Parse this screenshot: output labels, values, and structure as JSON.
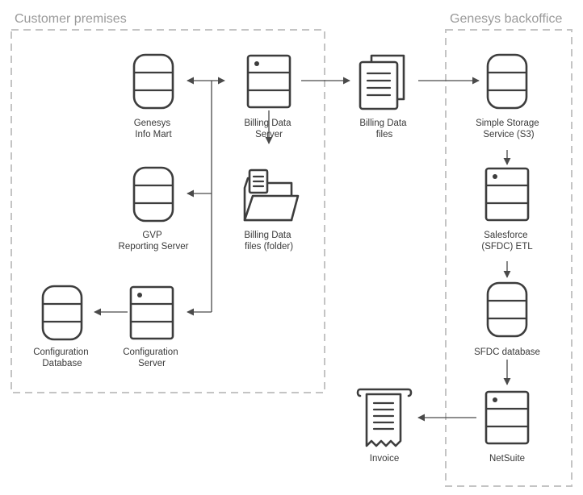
{
  "regions": {
    "customer": "Customer premises",
    "backoffice": "Genesys backoffice"
  },
  "nodes": {
    "infomart": {
      "icon": "database-icon",
      "lines": [
        "Genesys",
        "Info Mart"
      ]
    },
    "billing_server": {
      "icon": "server-icon",
      "lines": [
        "Billing Data",
        "Server"
      ]
    },
    "billing_files": {
      "icon": "documents-icon",
      "lines": [
        "Billing Data",
        "files"
      ]
    },
    "s3": {
      "icon": "database-icon",
      "lines": [
        "Simple Storage",
        "Service (S3)"
      ]
    },
    "gvp": {
      "icon": "database-icon",
      "lines": [
        "GVP",
        "Reporting Server"
      ]
    },
    "folder": {
      "icon": "folder-icon",
      "lines": [
        "Billing Data",
        "files (folder)"
      ]
    },
    "sfdc_etl": {
      "icon": "server-icon",
      "lines": [
        "Salesforce",
        "(SFDC) ETL"
      ]
    },
    "config_db": {
      "icon": "database-icon",
      "lines": [
        "Configuration",
        "Database"
      ]
    },
    "config_server": {
      "icon": "server-icon",
      "lines": [
        "Configuration",
        "Server"
      ]
    },
    "sfdc_db": {
      "icon": "database-icon",
      "lines": [
        "SFDC database"
      ]
    },
    "netsuite": {
      "icon": "server-icon",
      "lines": [
        "NetSuite"
      ]
    },
    "invoice": {
      "icon": "receipt-icon",
      "lines": [
        "Invoice"
      ]
    }
  },
  "edges": [
    {
      "from": "billing_server",
      "to": "infomart",
      "arrow": "end"
    },
    {
      "from": "billing_server",
      "to": "gvp",
      "arrow": "end"
    },
    {
      "from": "billing_server",
      "to": "config_server",
      "arrow": "end"
    },
    {
      "from": "billing_server",
      "to": "folder",
      "arrow": "end"
    },
    {
      "from": "billing_server",
      "to": "billing_files",
      "arrow": "end"
    },
    {
      "from": "billing_files",
      "to": "s3",
      "arrow": "end"
    },
    {
      "from": "config_server",
      "to": "config_db",
      "arrow": "end"
    },
    {
      "from": "s3",
      "to": "sfdc_etl",
      "arrow": "end"
    },
    {
      "from": "sfdc_etl",
      "to": "sfdc_db",
      "arrow": "end"
    },
    {
      "from": "sfdc_db",
      "to": "netsuite",
      "arrow": "end"
    },
    {
      "from": "netsuite",
      "to": "invoice",
      "arrow": "end"
    }
  ]
}
